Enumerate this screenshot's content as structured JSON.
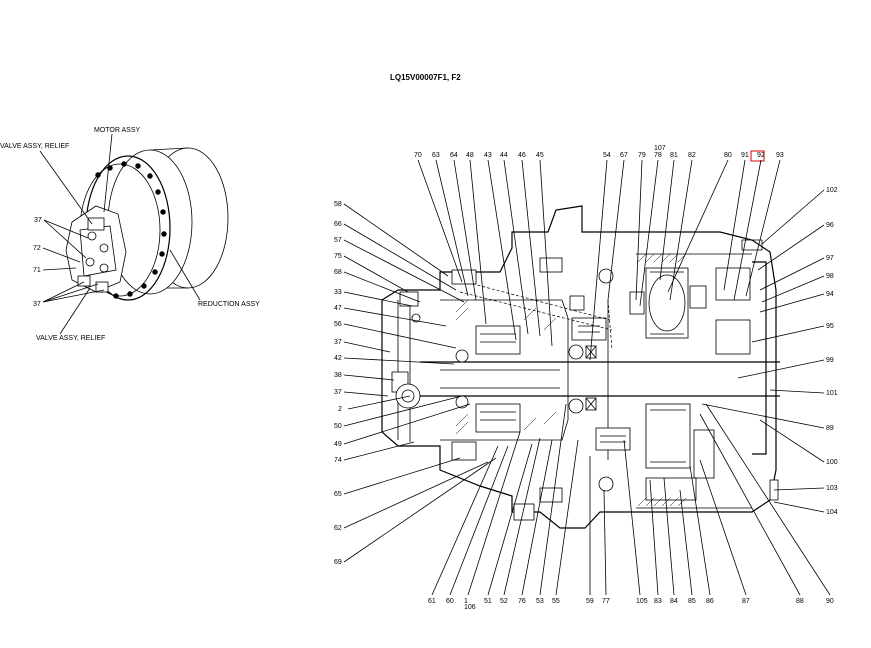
{
  "title": "LQ15V00007F1, F2",
  "left_captions": {
    "motor_assy": "MOTOR ASSY",
    "valve_relief_top": "VALVE ASSY, RELIEF",
    "reduction_assy": "REDUCTION ASSY",
    "valve_relief_bottom": "VALVE ASSY, RELIEF",
    "n37a": "37",
    "n72": "72",
    "n71": "71",
    "n37b": "37"
  },
  "top_labels": [
    "70",
    "63",
    "64",
    "48",
    "43",
    "44",
    "46",
    "45",
    "54",
    "67",
    "79",
    "78",
    "107",
    "81",
    "82",
    "80",
    "91",
    "92",
    "93"
  ],
  "right_labels": [
    "102",
    "96",
    "97",
    "98",
    "94",
    "95",
    "99",
    "101",
    "89",
    "100",
    "103",
    "104"
  ],
  "left_labels": [
    "58",
    "66",
    "57",
    "75",
    "68",
    "33",
    "47",
    "56",
    "37",
    "42",
    "38",
    "37",
    "2",
    "50",
    "49",
    "74",
    "65",
    "62",
    "69"
  ],
  "bottom_labels": [
    "61",
    "60",
    "1",
    "106",
    "51",
    "52",
    "76",
    "53",
    "55",
    "59",
    "77",
    "105",
    "83",
    "84",
    "85",
    "86",
    "87",
    "88",
    "90"
  ],
  "highlight": {
    "label": "92",
    "color": "#d40000"
  }
}
